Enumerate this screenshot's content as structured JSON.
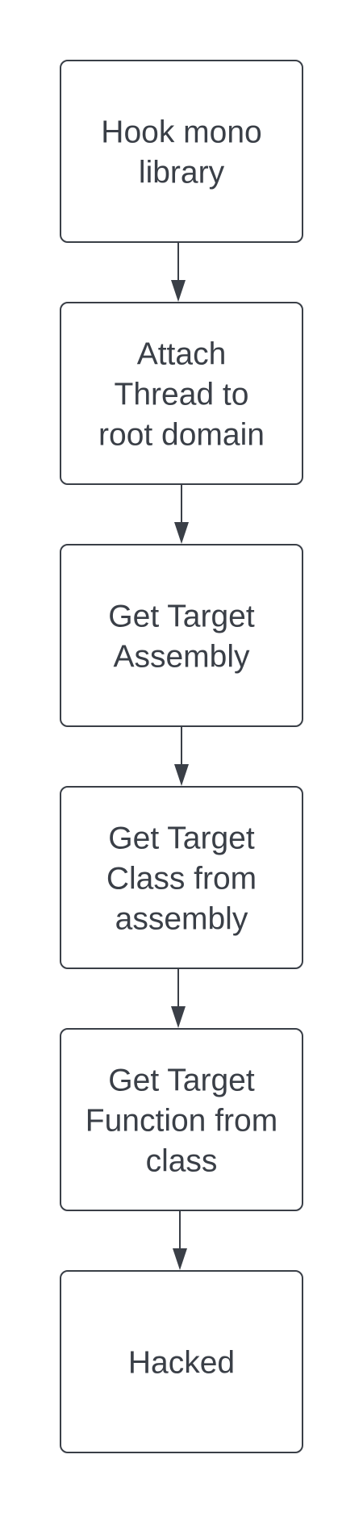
{
  "diagram": {
    "type": "flowchart",
    "nodes": [
      {
        "id": "hook",
        "lines": [
          "Hook mono",
          "library"
        ]
      },
      {
        "id": "attach",
        "lines": [
          "Attach",
          "Thread to",
          "root domain"
        ]
      },
      {
        "id": "assembly",
        "lines": [
          "Get Target",
          "Assembly"
        ]
      },
      {
        "id": "class",
        "lines": [
          "Get Target",
          "Class from",
          "assembly"
        ]
      },
      {
        "id": "function",
        "lines": [
          "Get Target",
          "Function from",
          "class"
        ]
      },
      {
        "id": "hacked",
        "lines": [
          "Hacked"
        ]
      }
    ],
    "edges": [
      {
        "from": "hook",
        "to": "attach"
      },
      {
        "from": "attach",
        "to": "assembly"
      },
      {
        "from": "assembly",
        "to": "class"
      },
      {
        "from": "class",
        "to": "function"
      },
      {
        "from": "function",
        "to": "hacked"
      }
    ],
    "colors": {
      "stroke": "#3a3f47",
      "text": "#3a3f47",
      "fill": "#ffffff",
      "background": "#ffffff"
    }
  }
}
